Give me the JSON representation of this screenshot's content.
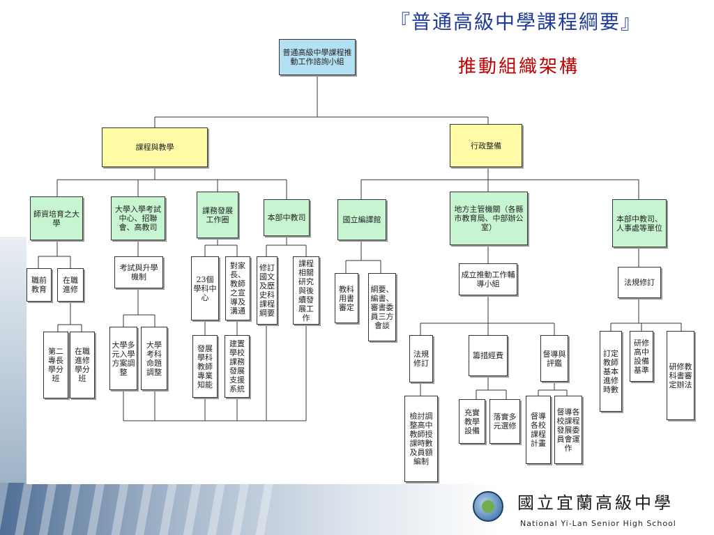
{
  "title": "『普通高級中學課程綱要』",
  "subtitle": "推動組織架構",
  "school": {
    "name_cn": "國立宜蘭高級中學",
    "name_en": "National Yi-Lan Senior High School"
  },
  "nodes": {
    "root": "普通高級中學課程推動工作諮詢小組",
    "curriculum": "課程與教學",
    "admin": "行政整備",
    "teacher_univ": "師資培育之大學",
    "college_exam": "大學入學考試中心、招聯會、高教司",
    "dev_team": "課務發展工作圈",
    "central_edu": "本部中教司",
    "nict": "國立編譯館",
    "local_gov": "地方主管機關（各縣市教育局、中部辦公室）",
    "personnel": "本部中教司、人事處等單位",
    "preservice": "職前教育",
    "inservice": "在職進修",
    "exam_promo": "考試與升學機制",
    "subj23": "23個學科中心",
    "parents": "對家長、教師之宣導及溝通",
    "revise_chinese": "修訂國文及歷史科課程綱要",
    "research": "課程相關研究與後續發展工作",
    "textbook": "教科用書審定",
    "meeting": "綱要、編書、審書委員三方會談",
    "promo_group": "成立推動工作輔導小組",
    "reg_revise": "法規修訂",
    "reg_revise2": "法規修訂",
    "second_credit": "第二專長學分班",
    "inservice_credit": "在職進修學分班",
    "multi_admission": "大學多元入學方案調整",
    "exam_adjust": "大學考科命題調整",
    "dev_prof": "發展學科教師專業知能",
    "school_support": "建置學校課務發展支援系統",
    "funding": "籌措經費",
    "supervise": "督導與評鑑",
    "review_hours": "檢討調整高中教師授課時數及員額編制",
    "equipment": "充實教學設備",
    "electives": "落實多元選修",
    "supervise_plan": "督導各校課程計畫",
    "supervise_committee": "督導各校課程發展委員會運作",
    "teacher_hours": "訂定教師基本進修時數",
    "equip_std": "研修高中設備基準",
    "textbook_rules": "研修教科書審定辦法"
  }
}
